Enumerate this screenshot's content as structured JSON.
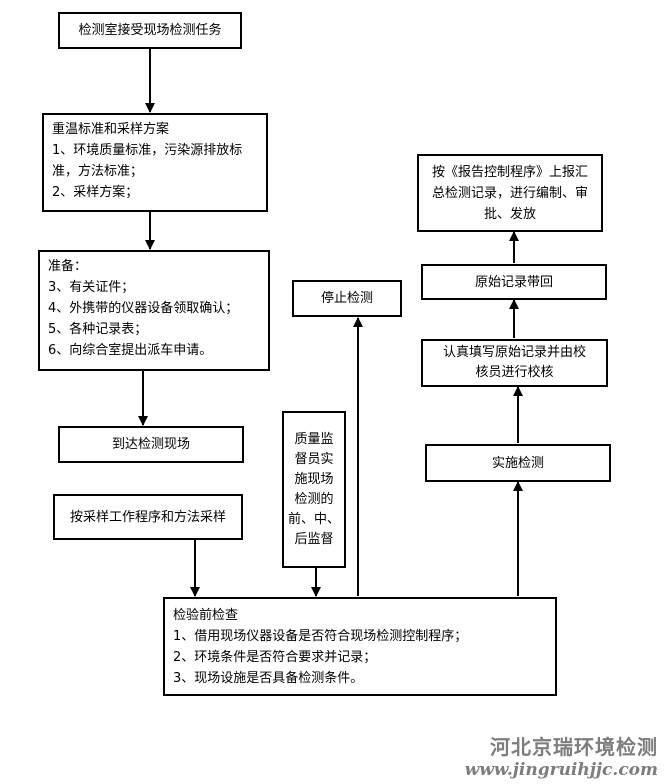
{
  "boxes": {
    "receive_task": "检测室接受现场检测任务",
    "review_standards": {
      "title": "重温标准和采样方案",
      "lines": [
        "1、环境质量标准，污染源排放标",
        "准，方法标准；",
        "2、采样方案；"
      ]
    },
    "prepare": {
      "title": "准备：",
      "lines": [
        "3、有关证件；",
        "4、外携带的仪器设备领取确认；",
        "5、各种记录表；",
        "6、向综合室提出派车申请。"
      ]
    },
    "arrive_site": "到达检测现场",
    "sample": "按采样工作程序和方法采样",
    "supervisor": [
      "质量监",
      "督员实",
      "施现场",
      "检测的",
      "前、中、",
      "后监督"
    ],
    "pre_check": {
      "title": "检验前检查",
      "lines": [
        "1、借用现场仪器设备是否符合现场检测控制程序；",
        "2、环境条件是否符合要求并记录；",
        "3、现场设施是否具备检测条件。"
      ]
    },
    "stop_detection": "停止检测",
    "implement_detection": "实施检测",
    "fill_records": [
      "认真填写原始记录并由校",
      "核员进行校核"
    ],
    "bring_records": "原始记录带回",
    "report": [
      "按《报告控制程序》上报汇",
      "总检测记录，进行编制、审",
      "批、发放"
    ]
  },
  "watermark": {
    "name": "河北京瑞环境检测",
    "url": "www.jingruihjjc.com"
  }
}
